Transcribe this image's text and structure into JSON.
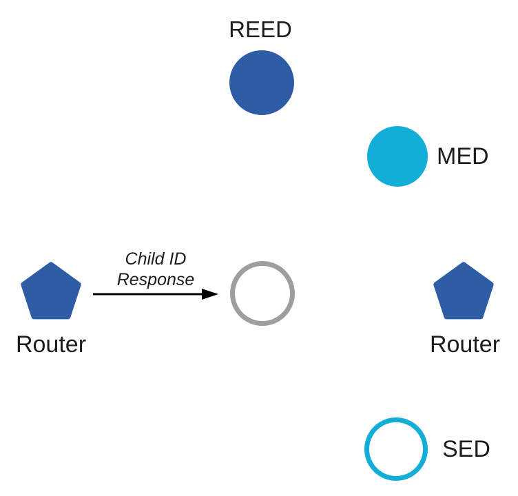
{
  "diagram": {
    "background": "#ffffff",
    "colors": {
      "router_blue": "#2E5CA5",
      "end_device_cyan": "#12AED8",
      "joining_node_gray": "#9E9E9E",
      "arrow_black": "#000000"
    },
    "nodes": {
      "reed": {
        "label": "REED",
        "shape": "filled-circle",
        "color": "#2E5CA5"
      },
      "med": {
        "label": "MED",
        "shape": "filled-circle",
        "color": "#12AED8"
      },
      "router_left": {
        "label": "Router",
        "shape": "pentagon",
        "color": "#2E5CA5"
      },
      "joining_child": {
        "label": "",
        "shape": "outlined-circle",
        "color": "#9E9E9E"
      },
      "router_right": {
        "label": "Router",
        "shape": "pentagon",
        "color": "#2E5CA5"
      },
      "sed": {
        "label": "SED",
        "shape": "outlined-circle",
        "color": "#12AED8"
      }
    },
    "arrow": {
      "label_line1": "Child ID",
      "label_line2": "Response",
      "color": "#000000"
    }
  }
}
